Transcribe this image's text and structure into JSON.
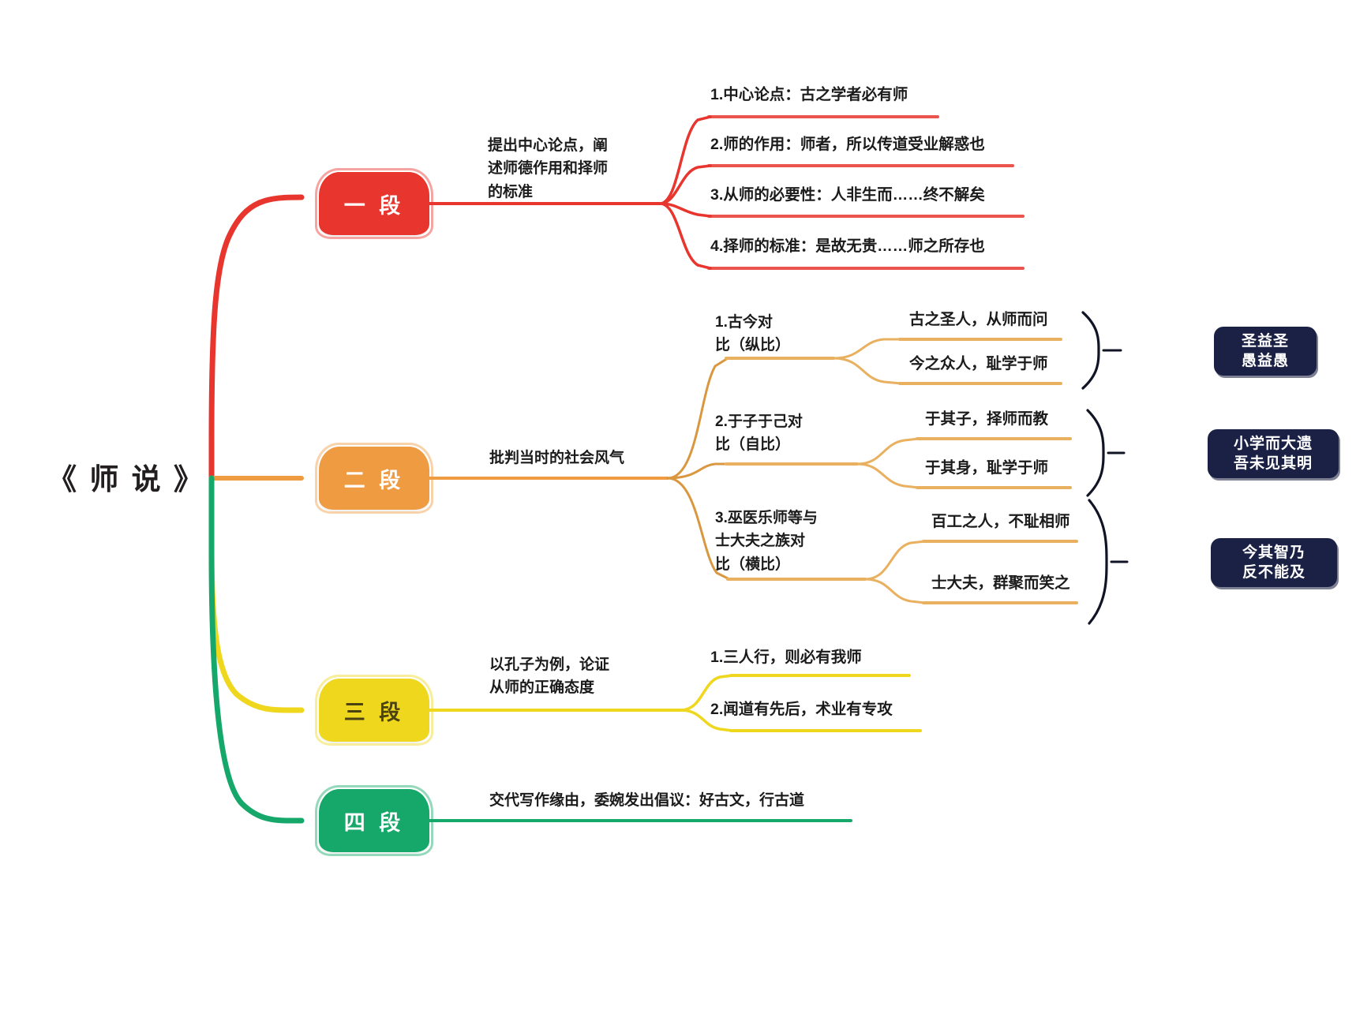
{
  "title": "《师说》思维导图",
  "root": {
    "label": "《 师 说 》"
  },
  "colors": {
    "seg1": "#e8352e",
    "seg2": "#ef9b42",
    "seg3": "#efd71e",
    "seg4": "#15a86a",
    "navy": "#1b2145",
    "text": "#1b1b1b",
    "background": "#ffffff"
  },
  "segments": [
    {
      "id": "seg1",
      "label": "一 段",
      "color": "#e8352e",
      "summary": "提出中心论点，阐\n述师德作用和择师\n的标准",
      "items": [
        {
          "text": "1.中心论点：古之学者必有师"
        },
        {
          "text": "2.师的作用：师者，所以传道受业解惑也"
        },
        {
          "text": "3.从师的必要性：人非生而……终不解矣"
        },
        {
          "text": "4.择师的标准：是故无贵……师之所存也"
        }
      ]
    },
    {
      "id": "seg2",
      "label": "二 段",
      "color": "#ef9b42",
      "summary": "批判当时的社会风气",
      "items": [
        {
          "text": "1.古今对\n比（纵比）",
          "leaves": [
            {
              "text": "古之圣人，从师而问"
            },
            {
              "text": "今之众人，耻学于师"
            }
          ],
          "conclusion": "圣益圣\n愚益愚"
        },
        {
          "text": "2.于子于己对\n比（自比）",
          "leaves": [
            {
              "text": "于其子，择师而教"
            },
            {
              "text": "于其身，耻学于师"
            }
          ],
          "conclusion": "小学而大遗\n吾未见其明"
        },
        {
          "text": "3.巫医乐师等与\n士大夫之族对\n比（横比）",
          "leaves": [
            {
              "text": "百工之人，不耻相师"
            },
            {
              "text": "士大夫，群聚而笑之"
            }
          ],
          "conclusion": "今其智乃\n反不能及"
        }
      ]
    },
    {
      "id": "seg3",
      "label": "三 段",
      "color": "#efd71e",
      "summary": "以孔子为例，论证\n从师的正确态度",
      "items": [
        {
          "text": "1.三人行，则必有我师"
        },
        {
          "text": "2.闻道有先后，术业有专攻"
        }
      ]
    },
    {
      "id": "seg4",
      "label": "四 段",
      "color": "#15a86a",
      "summary": "交代写作缘由，委婉发出倡议：好古文，行古道",
      "items": []
    }
  ]
}
